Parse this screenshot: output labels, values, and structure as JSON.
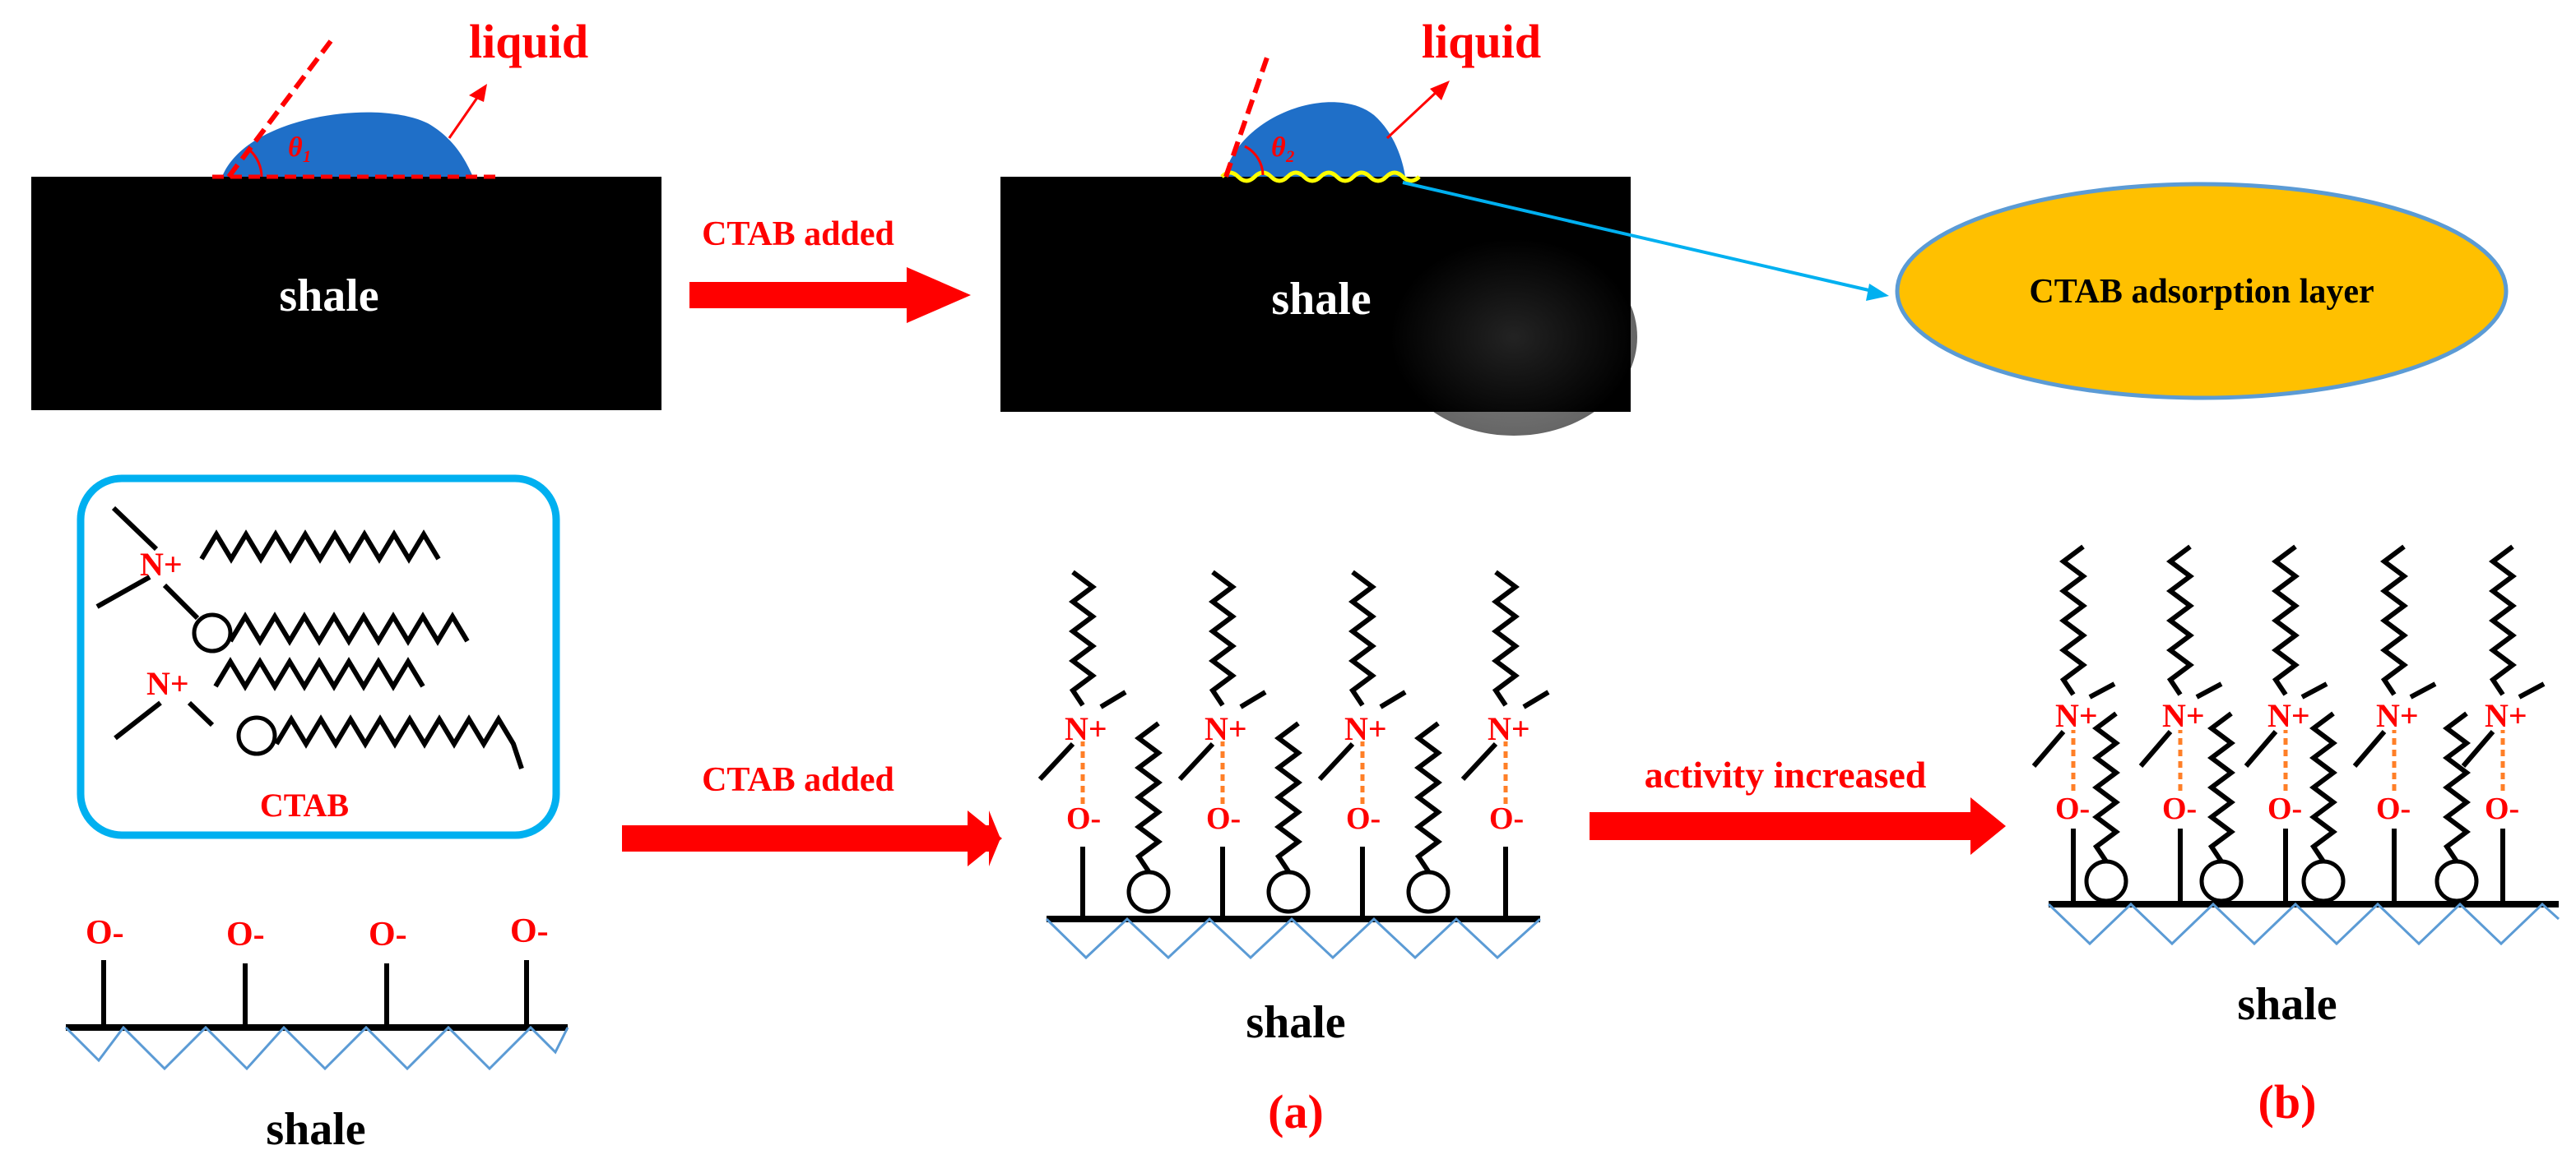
{
  "top": {
    "liquid_label": "liquid",
    "theta1": "θ₁",
    "theta2": "θ₂",
    "shale_label": "shale",
    "ctab_added": "CTAB  added",
    "adsorption_layer": "CTAB adsorption  layer"
  },
  "bottom": {
    "ctab_box_label": "CTAB",
    "ctab_added": "CTAB  added",
    "activity_increased": "activity increased",
    "shale_label": "shale",
    "n_plus": "N+",
    "o_minus": "O-",
    "panel_a": "(a)",
    "panel_b": "(b)"
  },
  "colors": {
    "arrow_red": "#ff0000",
    "liquid_blue": "#1f6fc8",
    "layer_yellow": "#ffc000",
    "box_cyan": "#00b0f0",
    "lattice_blue": "#5b9bd5",
    "bond_orange": "#ff7f27"
  }
}
